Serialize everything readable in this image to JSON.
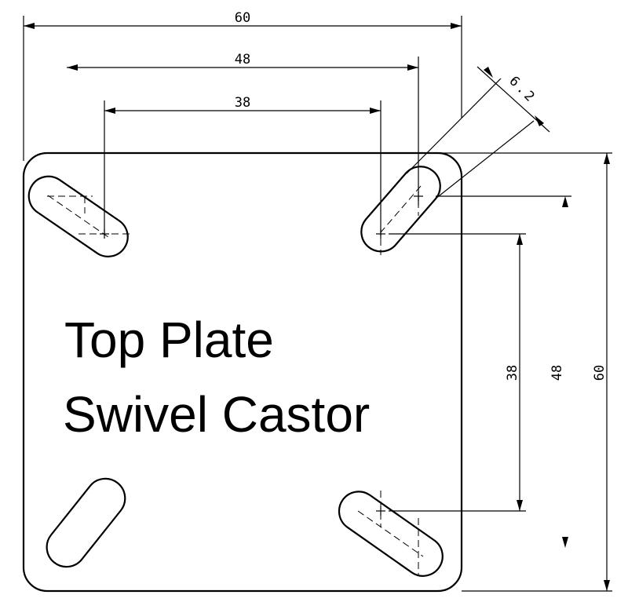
{
  "title": {
    "line1": "Top Plate",
    "line2": "Swivel Castor"
  },
  "dimensions": {
    "top_overall": "60",
    "top_outer_holes": "48",
    "top_inner_holes": "38",
    "slot_width": "6.2",
    "right_inner_holes": "38",
    "right_outer_holes": "48",
    "right_overall": "60"
  },
  "colors": {
    "line": "#000000",
    "background": "#ffffff"
  }
}
